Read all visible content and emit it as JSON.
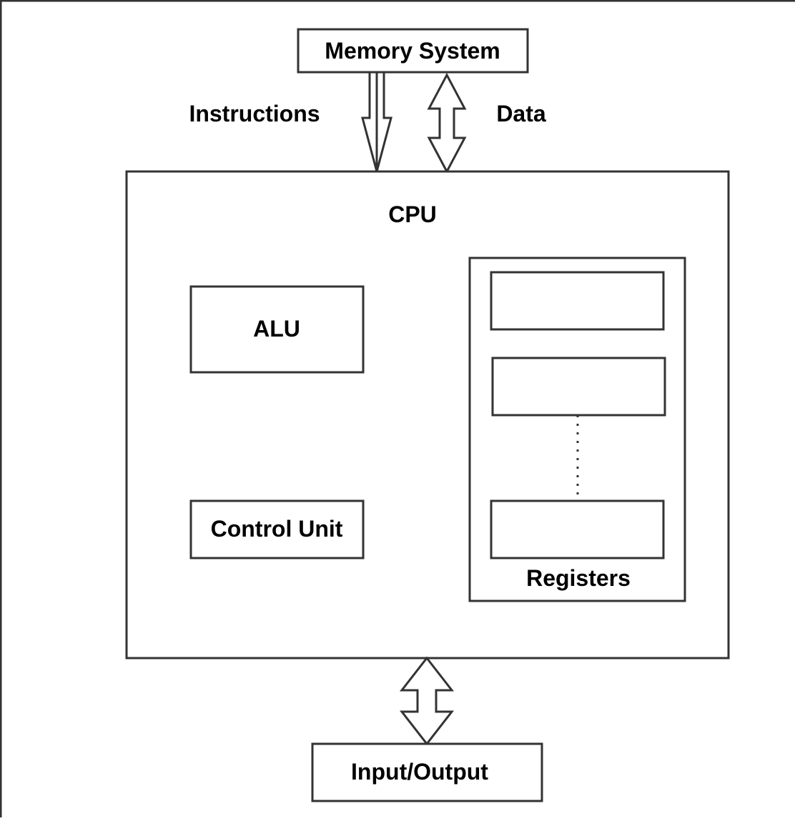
{
  "diagram": {
    "nodes": {
      "memory": {
        "label": "Memory System"
      },
      "cpu": {
        "label": "CPU"
      },
      "alu": {
        "label": "ALU"
      },
      "control_unit": {
        "label": "Control Unit"
      },
      "registers": {
        "label": "Registers",
        "register_slots": 3,
        "has_ellipsis_connector": true
      },
      "io": {
        "label": "Input/Output"
      }
    },
    "edges": {
      "instructions": {
        "label": "Instructions",
        "from": "Memory System",
        "to": "CPU",
        "direction": "one-way"
      },
      "data": {
        "label": "Data",
        "from": "Memory System",
        "to": "CPU",
        "direction": "two-way"
      },
      "io_link": {
        "label": "",
        "from": "CPU",
        "to": "Input/Output",
        "direction": "two-way"
      }
    },
    "colors": {
      "stroke": "#333333",
      "fill": "#ffffff",
      "text": "#000000"
    }
  }
}
